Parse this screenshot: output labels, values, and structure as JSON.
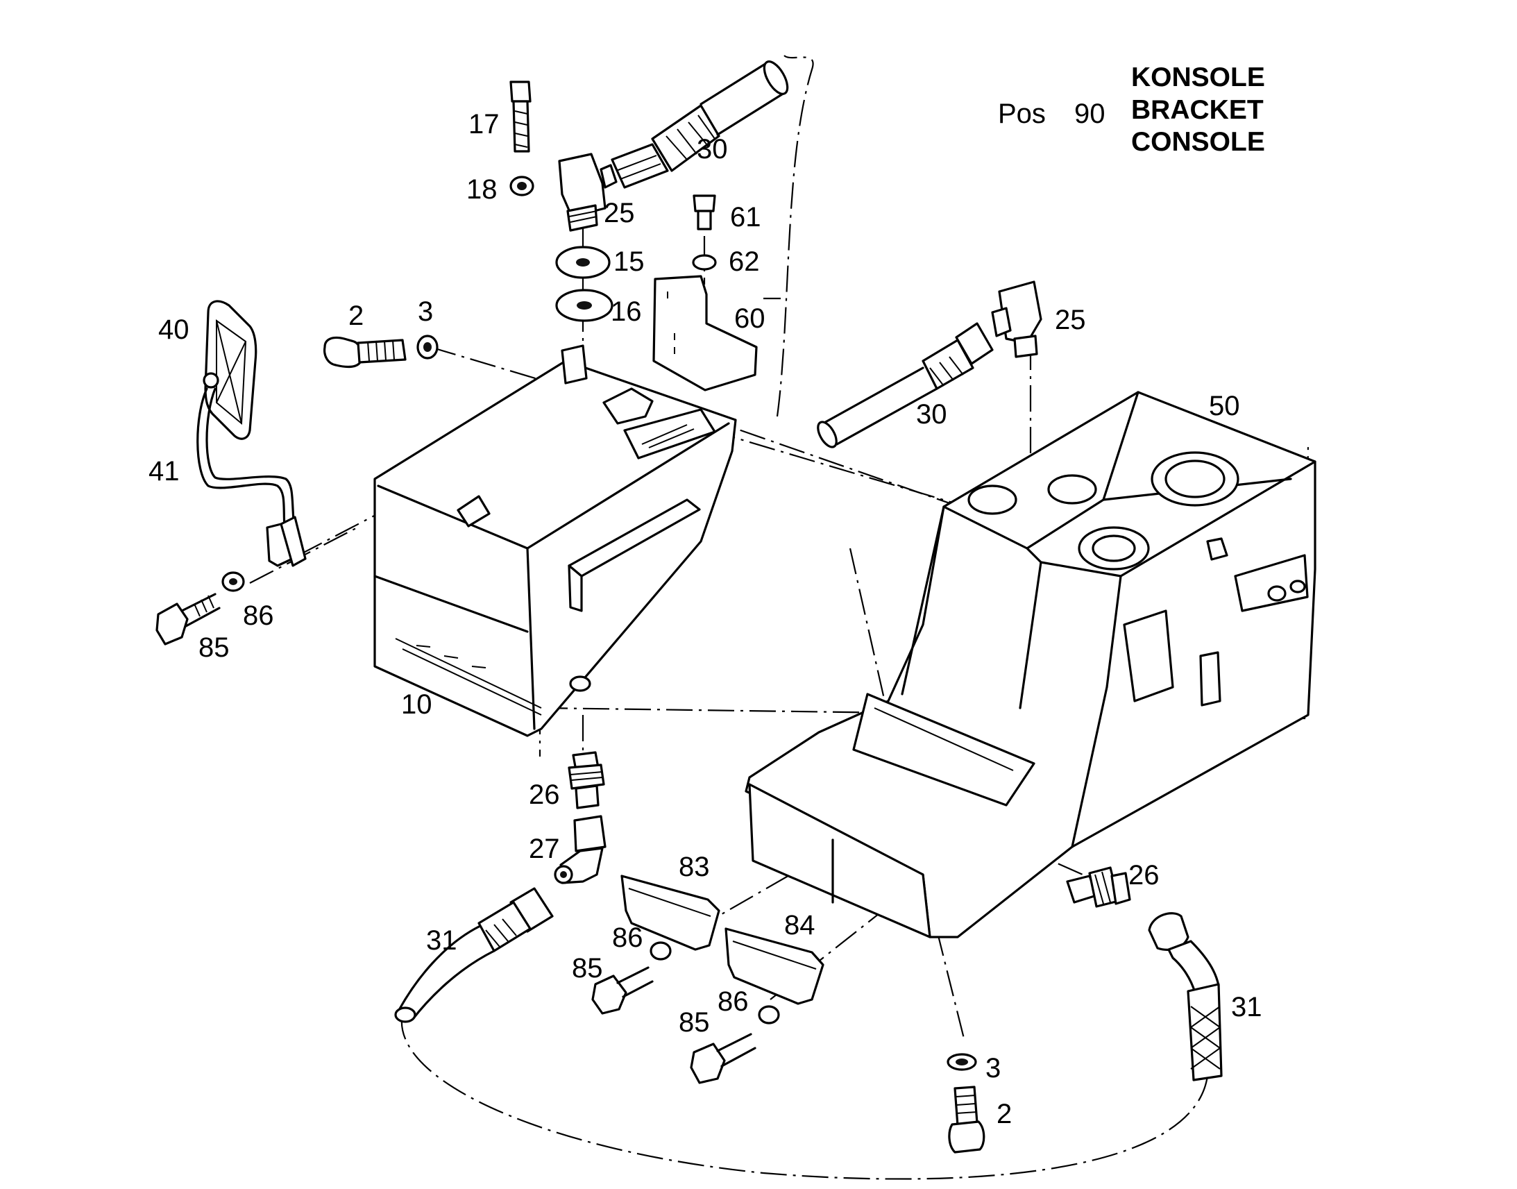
{
  "header": {
    "pos_label": "Pos",
    "pos_number": "90",
    "titles": [
      "KONSOLE",
      "BRACKET",
      "CONSOLE"
    ]
  },
  "callouts": [
    {
      "id": "c17",
      "label": "17"
    },
    {
      "id": "c30a",
      "label": "30"
    },
    {
      "id": "c18",
      "label": "18"
    },
    {
      "id": "c25a",
      "label": "25"
    },
    {
      "id": "c61",
      "label": "61"
    },
    {
      "id": "c15",
      "label": "15"
    },
    {
      "id": "c62",
      "label": "62"
    },
    {
      "id": "c40",
      "label": "40"
    },
    {
      "id": "c2a",
      "label": "2"
    },
    {
      "id": "c3a",
      "label": "3"
    },
    {
      "id": "c16",
      "label": "16"
    },
    {
      "id": "c60",
      "label": "60"
    },
    {
      "id": "c25b",
      "label": "25"
    },
    {
      "id": "c50",
      "label": "50"
    },
    {
      "id": "c30b",
      "label": "30"
    },
    {
      "id": "c41",
      "label": "41"
    },
    {
      "id": "c86a",
      "label": "86"
    },
    {
      "id": "c85a",
      "label": "85"
    },
    {
      "id": "c10",
      "label": "10"
    },
    {
      "id": "c26a",
      "label": "26"
    },
    {
      "id": "c27",
      "label": "27"
    },
    {
      "id": "c83",
      "label": "83"
    },
    {
      "id": "c26b",
      "label": "26"
    },
    {
      "id": "c31a",
      "label": "31"
    },
    {
      "id": "c86b",
      "label": "86"
    },
    {
      "id": "c84",
      "label": "84"
    },
    {
      "id": "c85b",
      "label": "85"
    },
    {
      "id": "c86c",
      "label": "86"
    },
    {
      "id": "c31b",
      "label": "31"
    },
    {
      "id": "c85c",
      "label": "85"
    },
    {
      "id": "c3b",
      "label": "3"
    },
    {
      "id": "c2b",
      "label": "2"
    }
  ]
}
